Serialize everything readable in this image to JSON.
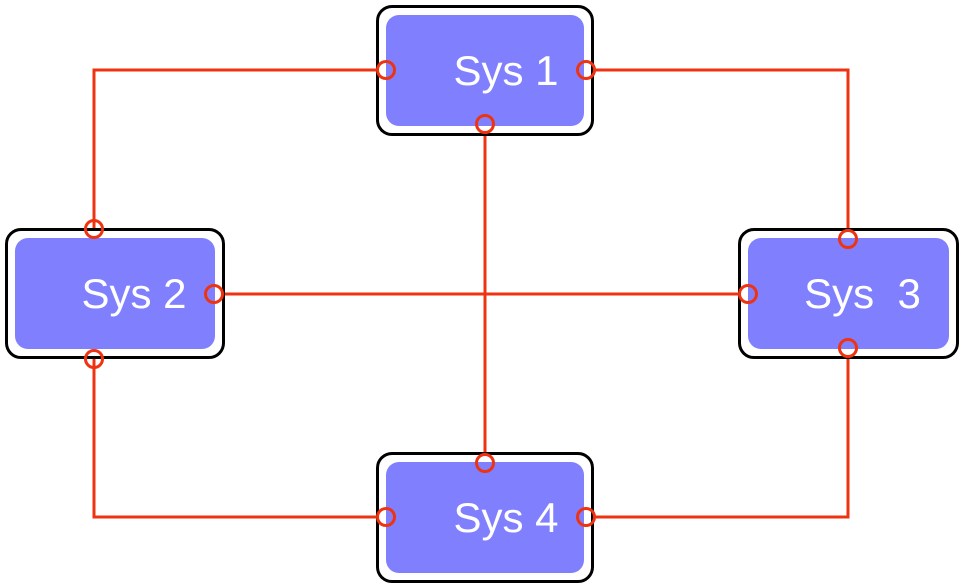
{
  "diagram": {
    "nodes": [
      {
        "id": "sys1",
        "label": "Sys 1"
      },
      {
        "id": "sys2",
        "label": "Sys 2"
      },
      {
        "id": "sys3",
        "label": "Sys  3"
      },
      {
        "id": "sys4",
        "label": "Sys 4"
      }
    ],
    "connections": [
      {
        "from": "sys1",
        "to": "sys2"
      },
      {
        "from": "sys1",
        "to": "sys3"
      },
      {
        "from": "sys1",
        "to": "sys4"
      },
      {
        "from": "sys2",
        "to": "sys3"
      },
      {
        "from": "sys2",
        "to": "sys4"
      },
      {
        "from": "sys3",
        "to": "sys4"
      }
    ],
    "colors": {
      "node_fill": "#8080ff",
      "node_border": "#000000",
      "node_text": "#ffffff",
      "connector": "#ee3311"
    }
  }
}
